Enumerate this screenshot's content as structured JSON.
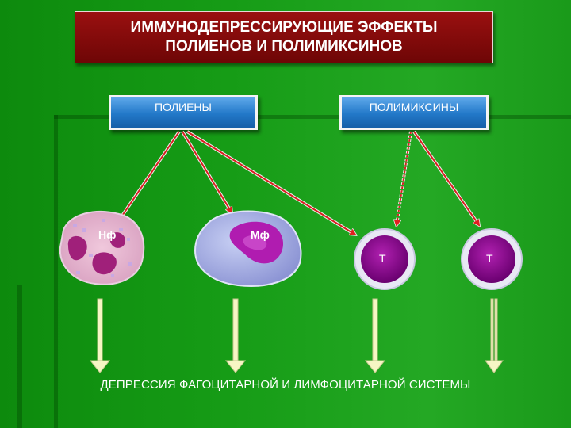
{
  "title": {
    "line1": "ИММУНОДЕПРЕССИРУЮЩИЕ ЭФФЕКТЫ",
    "line2": "ПОЛИЕНОВ И ПОЛИМИКСИНОВ"
  },
  "sources": {
    "polyenes": "ПОЛИЕНЫ",
    "polymyxins": "ПОЛИМИКСИНЫ"
  },
  "cells": {
    "neutrophil": "Нф",
    "macrophage": "Мф",
    "t_cell_1": "Т",
    "t_cell_2": "Т"
  },
  "conclusion": "ДЕПРЕССИЯ ФАГОЦИТАРНОЙ И ЛИМФОЦИТАРНОЙ СИСТЕМЫ",
  "colors": {
    "background": "#169c16",
    "title_box": "#8a0c0c",
    "source_box": "#2278c8",
    "arrow": "#d02020",
    "down_arrow": "#f4f4c8",
    "t_cell": "#8c0a8c"
  }
}
